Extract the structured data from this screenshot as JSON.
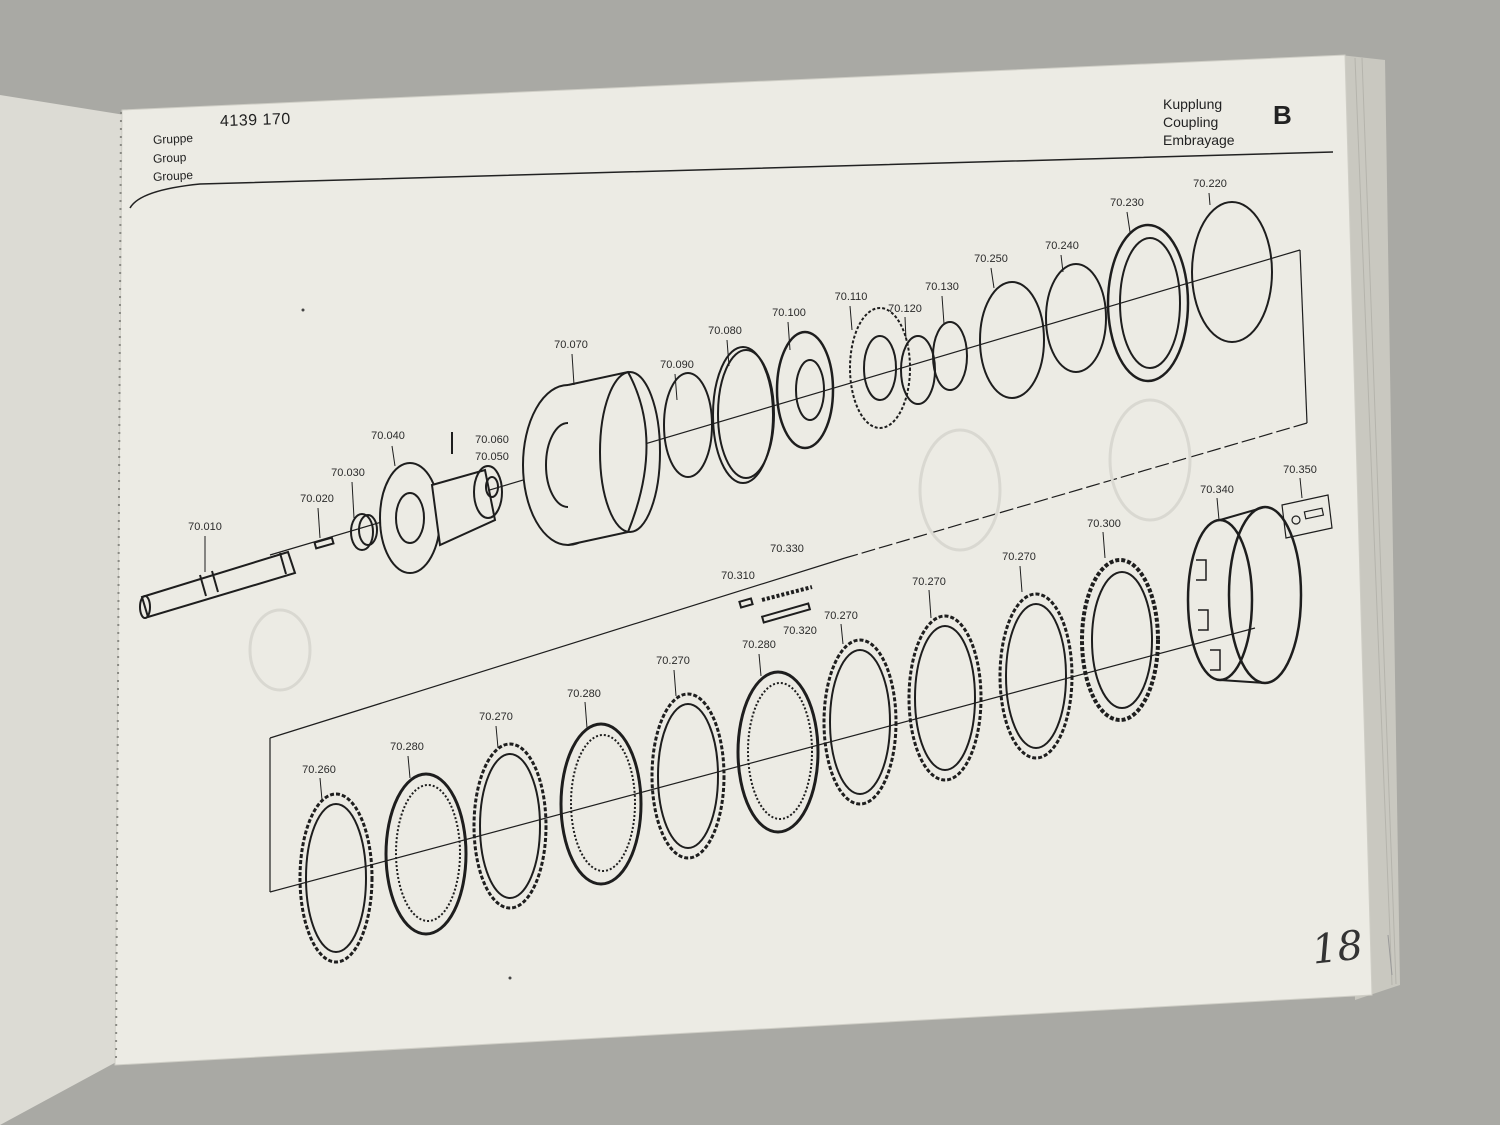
{
  "header": {
    "group_labels": [
      "Gruppe",
      "Group",
      "Groupe"
    ],
    "group_number": "4139 170",
    "section_labels": [
      "Kupplung",
      "Coupling",
      "Embrayage"
    ],
    "section_letter": "B"
  },
  "parts": {
    "p70010": "70.010",
    "p70020": "70.020",
    "p70030": "70.030",
    "p70040": "70.040",
    "p70050": "70.050",
    "p70060": "70.060",
    "p70070": "70.070",
    "p70080": "70.080",
    "p70090": "70.090",
    "p70100": "70.100",
    "p70110": "70.110",
    "p70120": "70.120",
    "p70130": "70.130",
    "p70220": "70.220",
    "p70230": "70.230",
    "p70240": "70.240",
    "p70250": "70.250",
    "p70260": "70.260",
    "p70270": "70.270",
    "p70280": "70.280",
    "p70300": "70.300",
    "p70310": "70.310",
    "p70320": "70.320",
    "p70330": "70.330",
    "p70340": "70.340",
    "p70350": "70.350"
  },
  "page_number": "18",
  "colors": {
    "paper": "#ecebe4",
    "ink": "#1e1e1e",
    "background": "#a9a9a4"
  }
}
